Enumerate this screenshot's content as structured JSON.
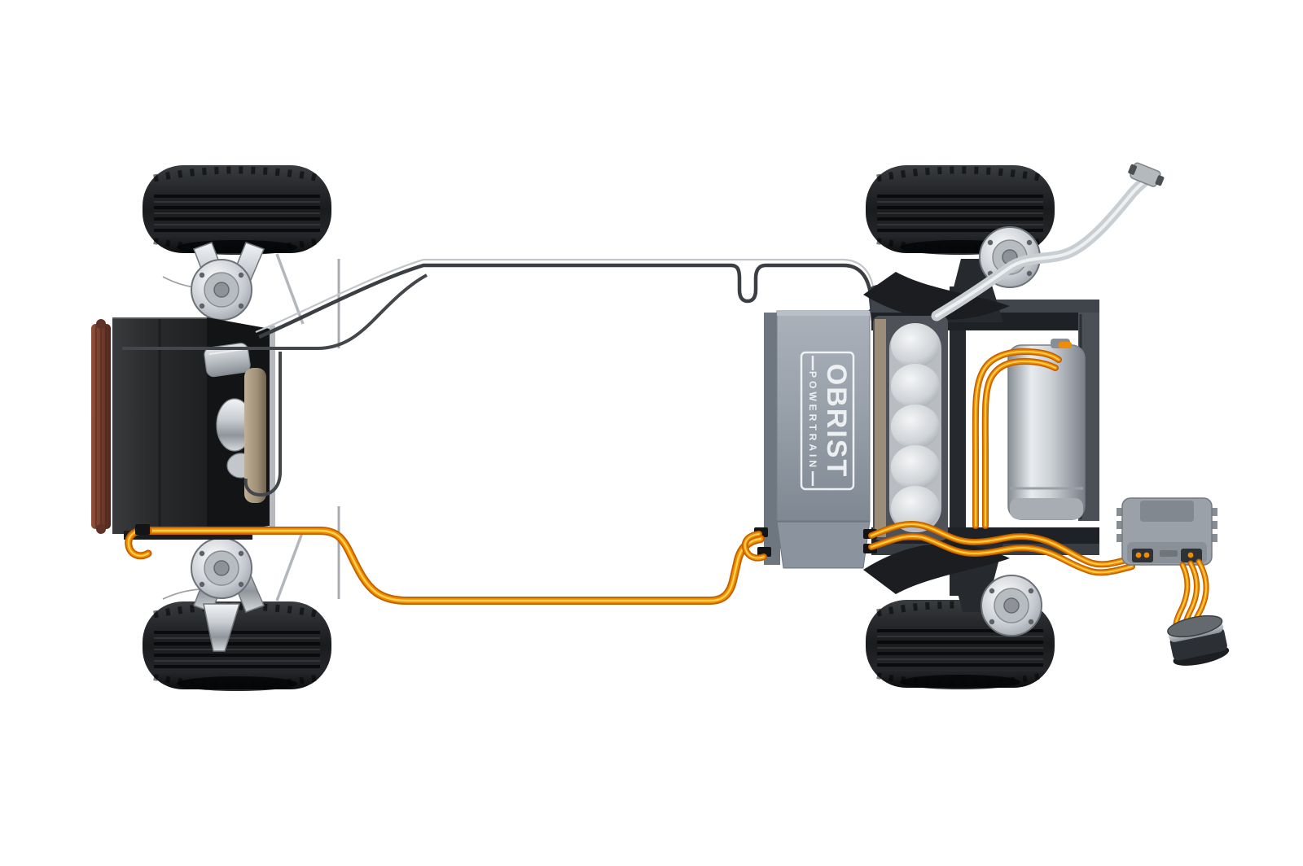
{
  "scene": {
    "description": "3D top view render of a hybrid electric vehicle rolling chassis with Obrist Powertrain battery pack, front drive unit, rear range-extender engine, generator, power electronics and orange high-voltage cabling",
    "background": "#ffffff"
  },
  "branding": {
    "line1": "OBRIST",
    "line2": "POWERTRAIN"
  },
  "colors": {
    "hv_orange": "#f08c00",
    "hv_orange_core": "#ffd24d",
    "hv_orange_dark": "#c05e00",
    "tire": "#1b1c1e",
    "chrome": "#c9ced3",
    "battery_gray": "#98a0aa",
    "logo_white": "#f2f5f7",
    "radiator_copper": "#7c4433",
    "frame_dark": "#24272b"
  },
  "components": [
    "front-left-wheel",
    "front-right-wheel",
    "rear-left-wheel",
    "rear-right-wheel",
    "front-radiator",
    "front-drive-unit",
    "front-suspension-upper",
    "front-suspension-lower",
    "coolant-lines",
    "battery-pack",
    "range-extender-engine",
    "generator",
    "rear-subframe",
    "exhaust-pipe",
    "power-electronics-box",
    "charge-connector",
    "hv-cable-front-to-rear",
    "hv-cable-rear-harness"
  ]
}
